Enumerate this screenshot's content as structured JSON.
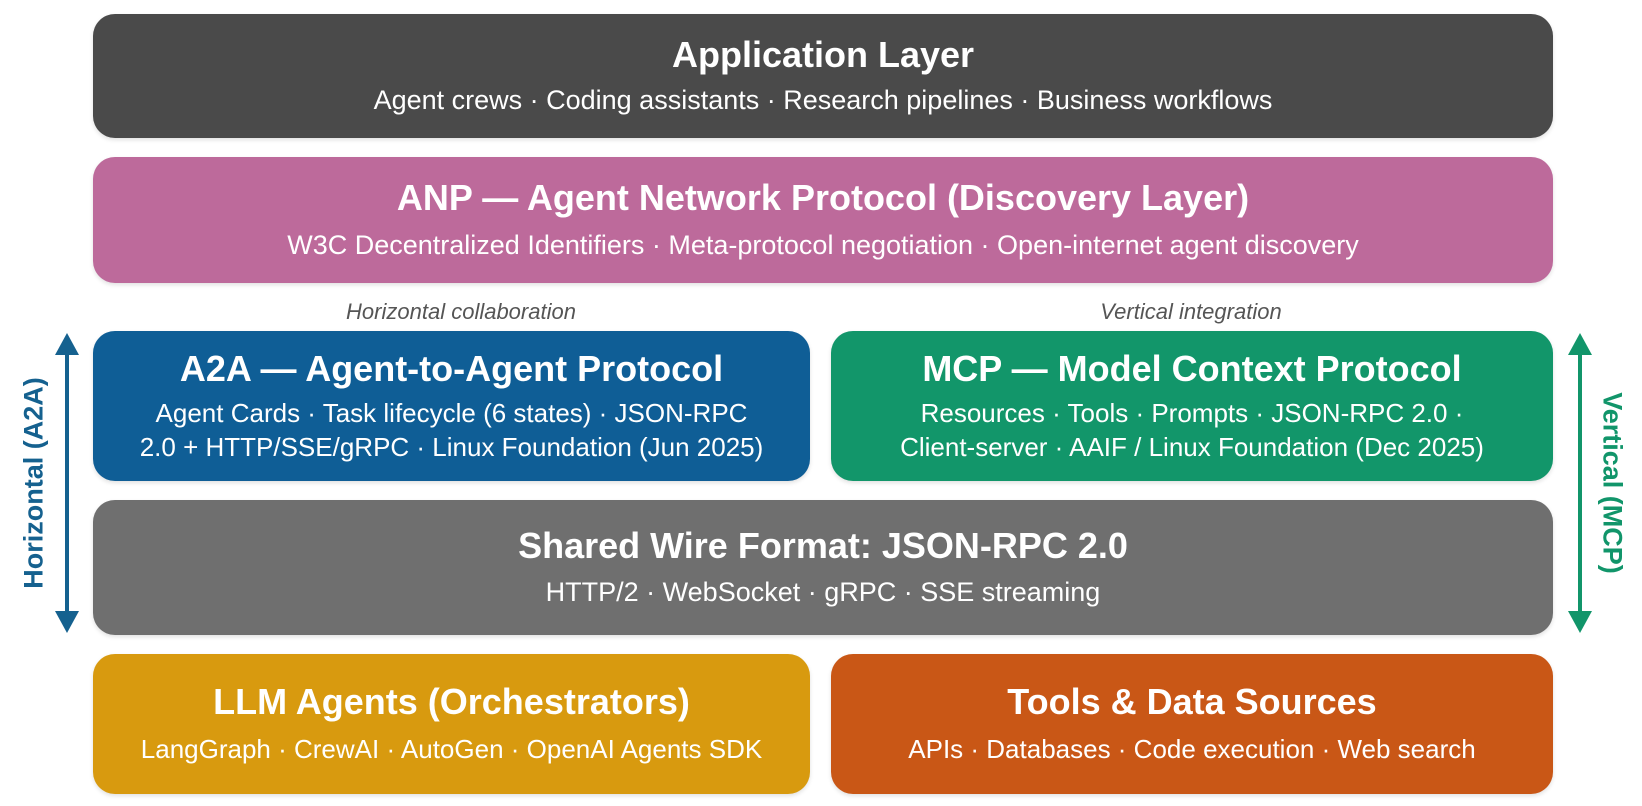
{
  "colors": {
    "application": "#4a4a4a",
    "anp": "#bd6a9b",
    "a2a": "#0f5e96",
    "mcp": "#12966a",
    "wire": "#6f6f6f",
    "llm": "#d89a0f",
    "tools": "#c95716",
    "arrow_left": "#15618f",
    "arrow_right": "#11956a",
    "caption": "#555555"
  },
  "application_layer": {
    "title": "Application Layer",
    "subtitle": "Agent crews · Coding assistants · Research pipelines · Business workflows"
  },
  "anp_layer": {
    "title": "ANP — Agent Network Protocol (Discovery Layer)",
    "subtitle": "W3C Decentralized Identifiers · Meta-protocol negotiation · Open-internet agent discovery"
  },
  "captions": {
    "left": "Horizontal collaboration",
    "right": "Vertical integration"
  },
  "a2a": {
    "title": "A2A — Agent-to-Agent Protocol",
    "line1": "Agent Cards · Task lifecycle (6 states) · JSON-RPC",
    "line2": "2.0 + HTTP/SSE/gRPC · Linux Foundation (Jun 2025)"
  },
  "mcp": {
    "title": "MCP — Model Context Protocol",
    "line1": "Resources · Tools · Prompts · JSON-RPC 2.0 ·",
    "line2": "Client-server · AAIF / Linux Foundation (Dec 2025)"
  },
  "wire_format": {
    "title": "Shared Wire Format: JSON-RPC 2.0",
    "subtitle": "HTTP/2 · WebSocket · gRPC · SSE streaming"
  },
  "llm_agents": {
    "title": "LLM Agents (Orchestrators)",
    "subtitle": "LangGraph · CrewAI · AutoGen · OpenAI Agents SDK"
  },
  "tools_data": {
    "title": "Tools & Data Sources",
    "subtitle": "APIs · Databases · Code execution · Web search"
  },
  "side_labels": {
    "left": "Horizontal (A2A)",
    "right": "Vertical (MCP)"
  }
}
